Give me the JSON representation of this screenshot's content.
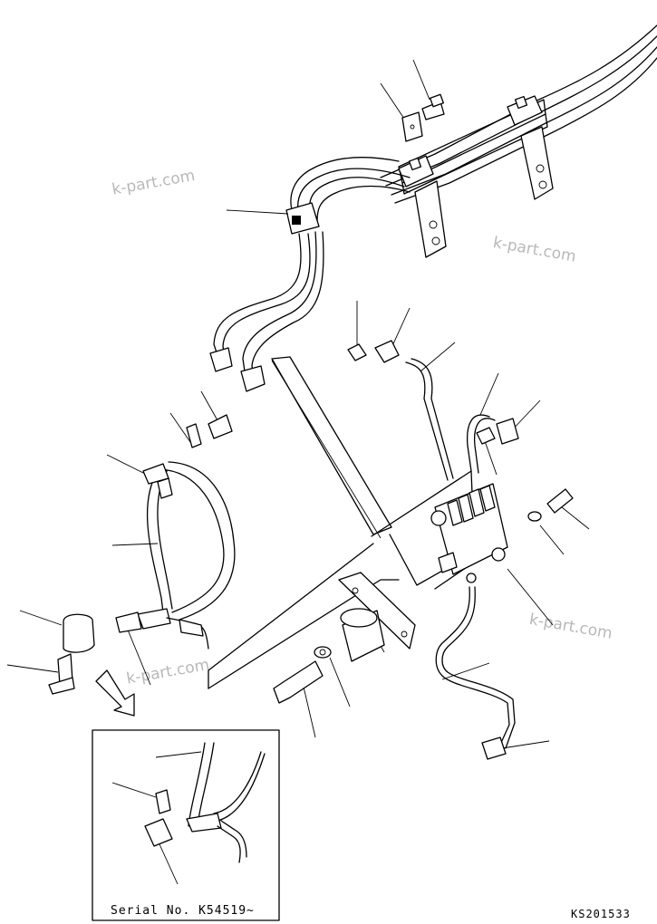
{
  "watermarks": [
    "k-part.com",
    "k-part.com",
    "k-part.com",
    "k-part.com"
  ],
  "inset_caption": "Serial No. K54519~",
  "drawing_code": "KS201533"
}
